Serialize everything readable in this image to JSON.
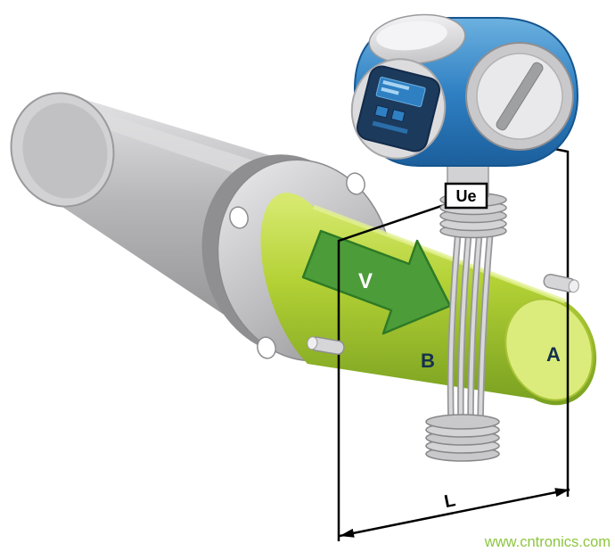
{
  "diagram": {
    "title": "electromagnetic-flowmeter-principle-diagram",
    "labels": {
      "voltage": "Ue",
      "velocity": "V",
      "point_b": "B",
      "point_a": "A",
      "length": "L"
    },
    "watermark": "www.cntronics.com",
    "colors": {
      "tube_green": "#b3d135",
      "tube_green_light": "#dcec7c",
      "arrow_green": "#4d9c3a",
      "housing_blue": "#2e7fc2",
      "display_navy": "#1c3a5c",
      "metal_gray": "#b6b6b8",
      "metal_light": "#e6e6e8",
      "line_black": "#000000",
      "watermark_green": "#8dc63f",
      "label_navy": "#14304f"
    }
  }
}
